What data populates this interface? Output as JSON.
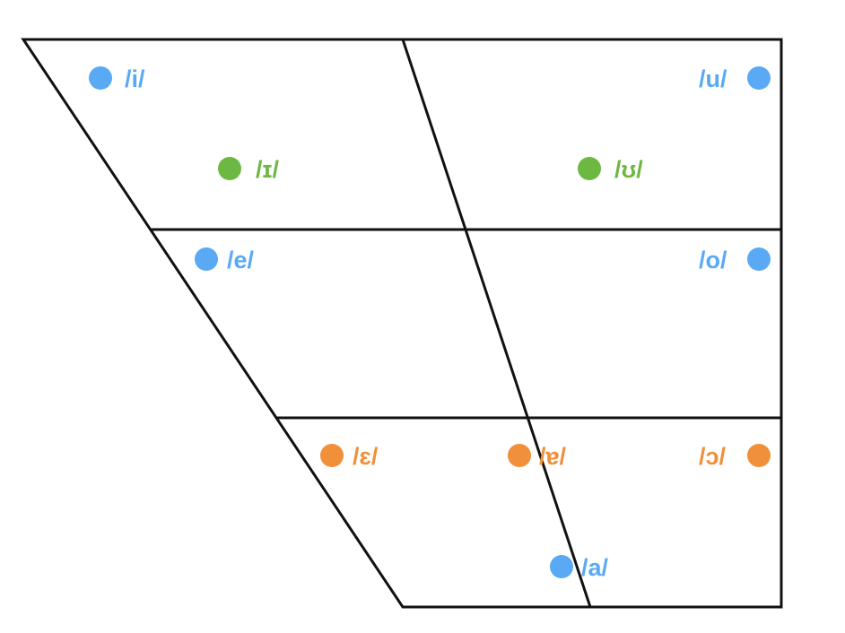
{
  "colors": {
    "blue": "#5AA9F5",
    "green": "#6DB842",
    "orange": "#F0903A",
    "line": "#111111"
  },
  "vowels": [
    {
      "id": "i",
      "label": "/i/",
      "color": "blue"
    },
    {
      "id": "u",
      "label": "/u/",
      "color": "blue"
    },
    {
      "id": "near-close-front",
      "label": "/ɪ/",
      "color": "green"
    },
    {
      "id": "near-close-back",
      "label": "/ʊ/",
      "color": "green"
    },
    {
      "id": "e",
      "label": "/e/",
      "color": "blue"
    },
    {
      "id": "o",
      "label": "/o/",
      "color": "blue"
    },
    {
      "id": "open-mid-front",
      "label": "/ɛ/",
      "color": "orange"
    },
    {
      "id": "near-open-central",
      "label": "/ɐ/",
      "color": "orange"
    },
    {
      "id": "open-mid-back",
      "label": "/ɔ/",
      "color": "orange"
    },
    {
      "id": "a",
      "label": "/a/",
      "color": "blue"
    }
  ]
}
